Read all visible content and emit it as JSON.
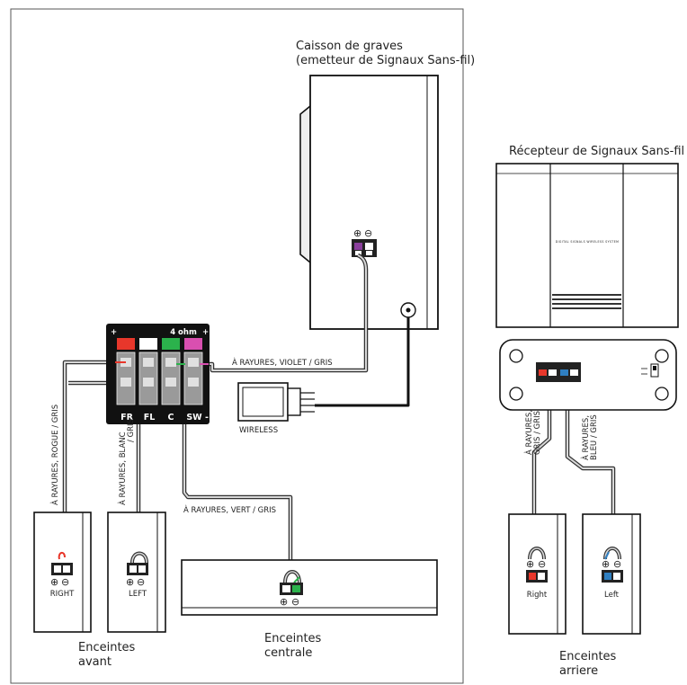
{
  "subwoofer": {
    "title_line1": "Caisson de graves",
    "title_line2": "(emetteur de Signaux Sans-fil)"
  },
  "receiver": {
    "title": "Récepteur de Signaux Sans-fil",
    "panel_text": "DIGITAL SIGNALS WIRELESS SYSTEM"
  },
  "terminal_block": {
    "impedance": "4 ohm",
    "terminals": [
      "FR",
      "FL",
      "C",
      "SW"
    ],
    "colors": {
      "FR": "#e8372b",
      "FL": "#ffffff",
      "C": "#2bb24c",
      "SW": "#d94fb0"
    }
  },
  "wires": {
    "subwoofer": "À RAYURES, VIOLET / GRIS",
    "front_right": "À RAYURES, ROGUE / GRIS",
    "front_left_line1": "À RAYURES, BLANC",
    "front_left_line2": "/ GRIS",
    "center": "À RAYURES, VERT / GRIS",
    "rear_right_line1": "À RAYURES,",
    "rear_right_line2": "GRIS / GRIS",
    "rear_left_line1": "À RAYURES,",
    "rear_left_line2": "BLEU / GRIS"
  },
  "wireless_module": {
    "label": "WIRELESS"
  },
  "speakers": {
    "front_right": "RIGHT",
    "front_left": "LEFT",
    "rear_right": "Right",
    "rear_left": "Left"
  },
  "groups": {
    "front_line1": "Enceintes",
    "front_line2": "avant",
    "center_line1": "Enceintes",
    "center_line2": "centrale",
    "rear_line1": "Enceintes",
    "rear_line2": "arriere"
  },
  "symbols": {
    "plus": "⊕",
    "minus": "⊖"
  },
  "colors": {
    "red": "#e8372b",
    "green": "#2bb24c",
    "pink": "#d94fb0",
    "purple": "#8a3f9c",
    "blue": "#2f7fc1"
  }
}
